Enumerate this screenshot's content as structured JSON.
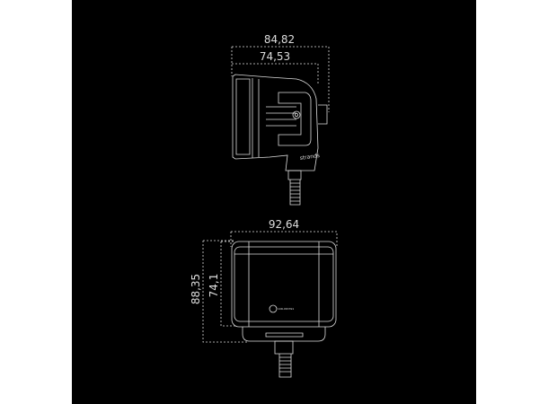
{
  "side_view": {
    "width_overall": "84,82",
    "width_body": "74,53",
    "brand": "strands"
  },
  "front_view": {
    "width": "92,64",
    "height_overall": "88,35",
    "height_body": "74,1",
    "label": "10R-063391"
  }
}
